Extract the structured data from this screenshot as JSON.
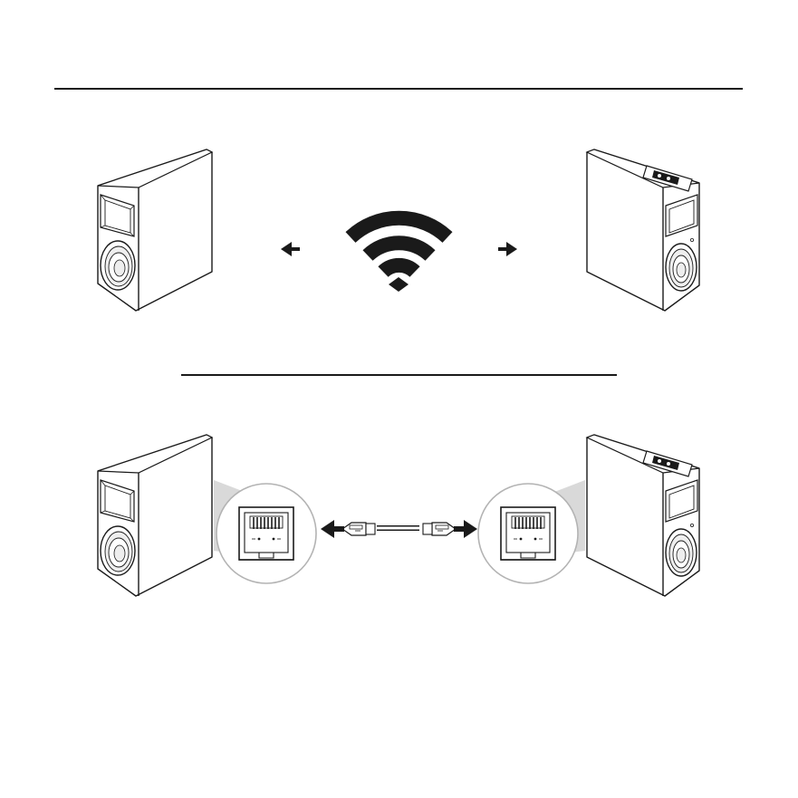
{
  "diagram": {
    "sections": [
      {
        "id": "wireless",
        "connection": "wifi-icon",
        "arrows": "outward"
      },
      {
        "id": "wired",
        "connection": "ethernet-cable",
        "arrows": "outward"
      }
    ],
    "speakers": [
      {
        "id": "left-speaker",
        "facing": "front-left",
        "has_top_panel": false
      },
      {
        "id": "right-speaker",
        "facing": "front-right",
        "has_top_panel": true
      }
    ],
    "ports": [
      "rj45-port-left",
      "rj45-port-right"
    ],
    "colors": {
      "line": "#1a1a1a",
      "fill": "#ffffff",
      "callout": "#d9d9d9",
      "driver_fill": "#eeeeee"
    }
  }
}
